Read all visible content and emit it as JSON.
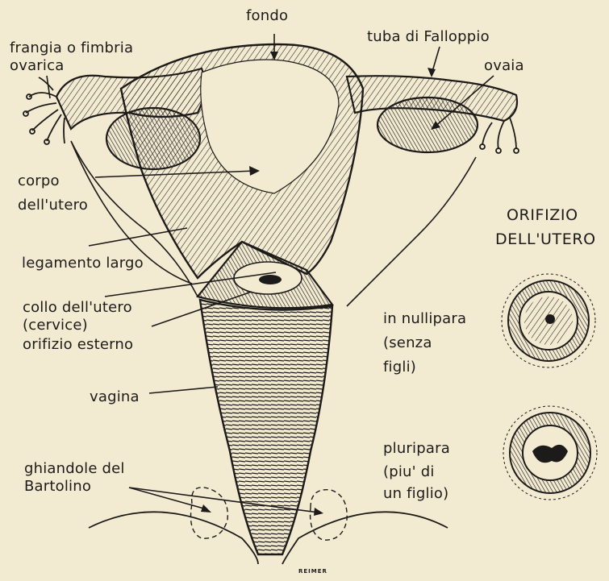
{
  "labels": {
    "fondo": "fondo",
    "frangia_line1": "frangia o fimbria",
    "frangia_line2": "ovarica",
    "tuba": "tuba di Falloppio",
    "ovaia": "ovaia",
    "corpo_line1": "corpo",
    "corpo_line2": "dell'utero",
    "legamento": "legamento largo",
    "collo_line1": "collo dell'utero",
    "collo_line2": "(cervice)",
    "orifizio_esterno": "orifizio esterno",
    "vagina": "vagina",
    "ghiandole_line1": "ghiandole del",
    "ghiandole_line2": "Bartolino"
  },
  "inset": {
    "title_line1": "ORIFIZIO",
    "title_line2": "DELL'UTERO",
    "nullipara_line1": "in nullipara",
    "nullipara_line2": "(senza",
    "nullipara_line3": "figli)",
    "pluripara_line1": "pluripara",
    "pluripara_line2": "(piu' di",
    "pluripara_line3": "un figlio)"
  },
  "signature": "REIMER",
  "colors": {
    "paper": "#f3ead2",
    "ink": "#1d1b19"
  }
}
